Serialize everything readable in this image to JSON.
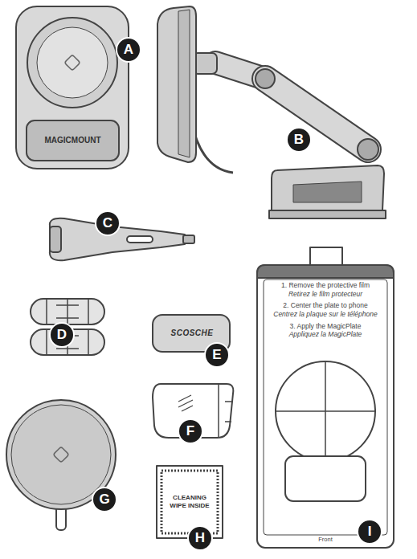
{
  "diagram": {
    "nodes": [
      {
        "text": [
          "MAGICMOUNT"
        ]
      },
      {
        "text": [
          "SCOSCHE"
        ]
      },
      {
        "text": [
          "CLEANING WIPE INSIDE"
        ]
      },
      {
        "text": [
          "1. Remove the protective film",
          "Retirez le film protecteur",
          "2. Center the plate to phone",
          "Centrez la plaque sur le téléphone",
          "3. Apply the MagicPlate",
          "Appliquez la MagicPlate",
          "Front"
        ]
      }
    ],
    "labels": [
      "A",
      "B",
      "C",
      "D",
      "E",
      "F",
      "G",
      "H",
      "I"
    ]
  }
}
